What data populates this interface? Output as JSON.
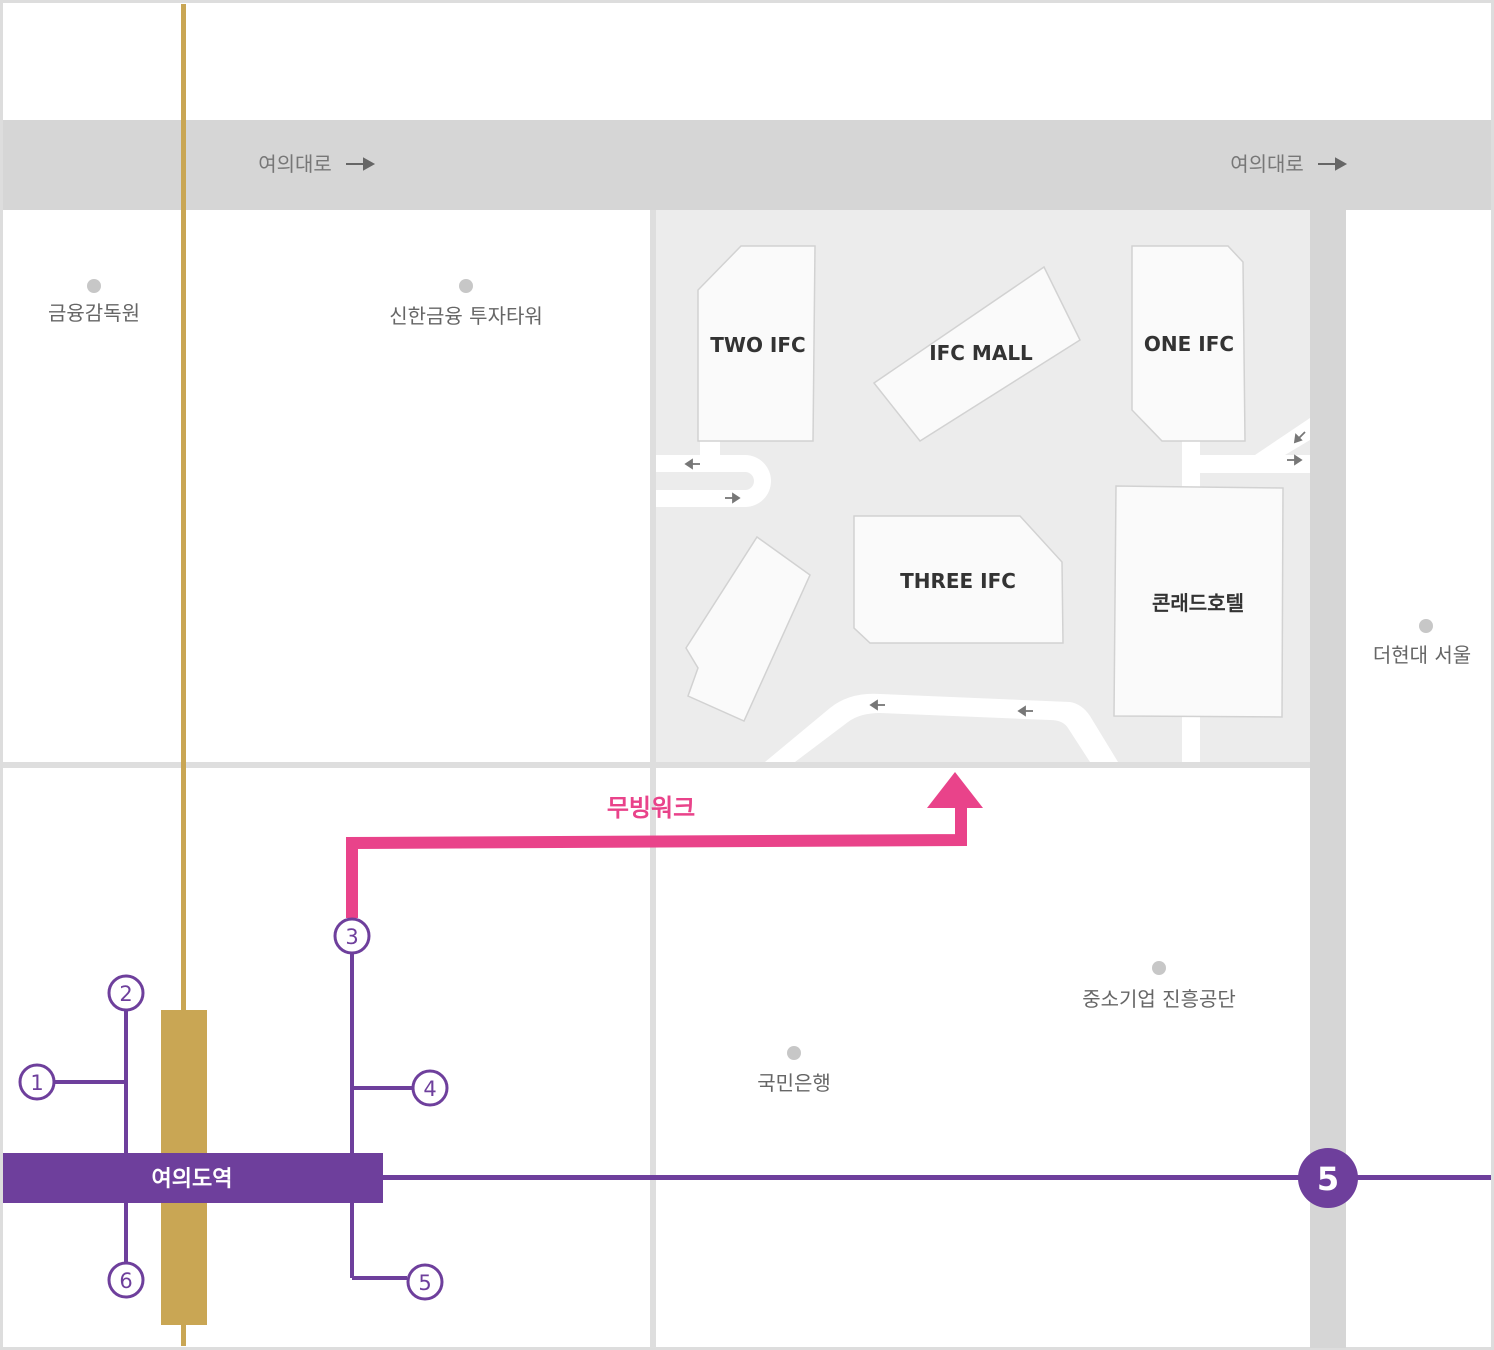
{
  "roads": {
    "top_road_left": "여의대로",
    "top_road_right": "여의대로"
  },
  "landmarks": {
    "fss": "금융감독원",
    "shinhan": "신한금융 투자타워",
    "hyundai": "더현대 서울",
    "sbc": "중소기업 진흥공단",
    "kb": "국민은행"
  },
  "buildings": {
    "two_ifc": "TWO IFC",
    "ifc_mall": "IFC MALL",
    "one_ifc": "ONE IFC",
    "three_ifc": "THREE IFC",
    "conrad": "콘래드호텔"
  },
  "route": {
    "moving_walk": "무빙워크"
  },
  "station": {
    "name": "여의도역",
    "exits": [
      "1",
      "2",
      "3",
      "4",
      "5",
      "6"
    ],
    "line_badge": "5"
  },
  "colors": {
    "purple_line": "#6e3f9c",
    "gold_line": "#c9a654",
    "walk_pink": "#e9438a",
    "road_gray": "#d6d6d6",
    "block_gray": "#ececec",
    "building_fill": "#fafafa"
  }
}
